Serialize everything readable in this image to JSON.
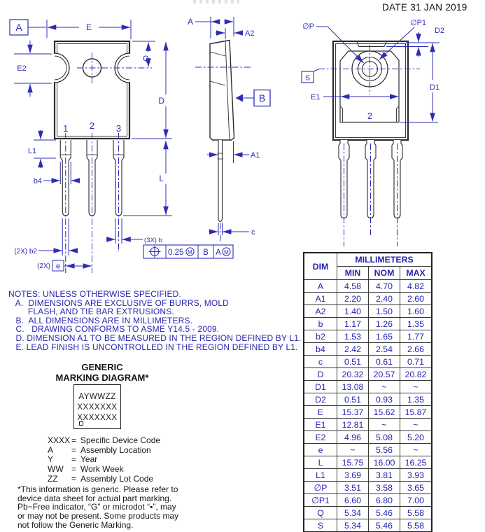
{
  "date": "DATE 31 JAN 2019",
  "colors": {
    "dimension_blue": "#2d2db4",
    "line_black": "#2b2b2b"
  },
  "front": {
    "datum_a": "A",
    "E": "E",
    "E2": "E2",
    "Q": "Q",
    "D": "D",
    "L": "L",
    "L1": "L1",
    "b4": "b4",
    "b2": "(2X) b2",
    "e_prefix": "(2X)",
    "e": "e",
    "pins": [
      "1",
      "2",
      "3"
    ]
  },
  "fcf": {
    "qty": "(3X) b",
    "symbol": "position",
    "tol": "0.25",
    "m1": "M",
    "datum_b": "B",
    "datum_a": "A",
    "m2": "M"
  },
  "side": {
    "A": "A",
    "A2": "A2",
    "A1": "A1",
    "B": "B",
    "c": "c"
  },
  "back": {
    "P": "∅P",
    "P1": "∅P1",
    "D2": "D2",
    "D1": "D1",
    "E1": "E1",
    "S": "S",
    "pin": "2"
  },
  "notes": {
    "lines": [
      "NOTES: UNLESS OTHERWISE SPECIFIED.",
      "",
      "   A.  DIMENSIONS ARE EXCLUSIVE OF BURRS, MOLD",
      "        FLASH, AND TIE BAR EXTRUSIONS.",
      "   B.  ALL DIMENSIONS ARE IN MILLIMETERS.",
      "   C.   DRAWING CONFORMS TO ASME Y14.5 - 2009.",
      "   D. DIMENSION A1 TO BE MEASURED IN THE REGION DEFINED BY L1.",
      "   E. LEAD FINISH IS UNCONTROLLED IN THE REGION DEFINED BY L1."
    ]
  },
  "marking": {
    "title_line1": "GENERIC",
    "title_line2": "MARKING DIAGRAM*",
    "box_lines": [
      "AYWWZZ",
      "XXXXXXX",
      "XXXXXXX"
    ],
    "legend": [
      {
        "term": "XXXX",
        "eq": "=",
        "desc": "Specific Device Code"
      },
      {
        "term": "A",
        "eq": "=",
        "desc": "Assembly Location"
      },
      {
        "term": "Y",
        "eq": "=",
        "desc": "Year"
      },
      {
        "term": "WW",
        "eq": "=",
        "desc": "Work Week"
      },
      {
        "term": "ZZ",
        "eq": "=",
        "desc": "Assembly Lot Code"
      }
    ],
    "footnote_lines": [
      "*This information is generic. Please refer to",
      "device data sheet for actual part marking.",
      "Pb−Free indicator, “G” or microdot “▪”, may",
      "or may not be present. Some products may",
      "not follow the Generic Marking."
    ]
  },
  "table": {
    "dim_header": "DIM",
    "unit_header": "MILLIMETERS",
    "cols": [
      "MIN",
      "NOM",
      "MAX"
    ],
    "rows": [
      {
        "dim": "A",
        "min": "4.58",
        "nom": "4.70",
        "max": "4.82"
      },
      {
        "dim": "A1",
        "min": "2.20",
        "nom": "2.40",
        "max": "2.60"
      },
      {
        "dim": "A2",
        "min": "1.40",
        "nom": "1.50",
        "max": "1.60"
      },
      {
        "dim": "b",
        "min": "1.17",
        "nom": "1.26",
        "max": "1.35"
      },
      {
        "dim": "b2",
        "min": "1.53",
        "nom": "1.65",
        "max": "1.77"
      },
      {
        "dim": "b4",
        "min": "2.42",
        "nom": "2.54",
        "max": "2.66"
      },
      {
        "dim": "c",
        "min": "0.51",
        "nom": "0.61",
        "max": "0.71"
      },
      {
        "dim": "D",
        "min": "20.32",
        "nom": "20.57",
        "max": "20.82"
      },
      {
        "dim": "D1",
        "min": "13.08",
        "nom": "~",
        "max": "~"
      },
      {
        "dim": "D2",
        "min": "0.51",
        "nom": "0.93",
        "max": "1.35"
      },
      {
        "dim": "E",
        "min": "15.37",
        "nom": "15.62",
        "max": "15.87"
      },
      {
        "dim": "E1",
        "min": "12.81",
        "nom": "~",
        "max": "~"
      },
      {
        "dim": "E2",
        "min": "4.96",
        "nom": "5.08",
        "max": "5.20"
      },
      {
        "dim": "e",
        "min": "~",
        "nom": "5.56",
        "max": "~"
      },
      {
        "dim": "L",
        "min": "15.75",
        "nom": "16.00",
        "max": "16.25"
      },
      {
        "dim": "L1",
        "min": "3.69",
        "nom": "3.81",
        "max": "3.93"
      },
      {
        "dim": "∅P",
        "min": "3.51",
        "nom": "3.58",
        "max": "3.65"
      },
      {
        "dim": "∅P1",
        "min": "6.60",
        "nom": "6.80",
        "max": "7.00"
      },
      {
        "dim": "Q",
        "min": "5.34",
        "nom": "5.46",
        "max": "5.58"
      },
      {
        "dim": "S",
        "min": "5.34",
        "nom": "5.46",
        "max": "5.58"
      }
    ]
  }
}
